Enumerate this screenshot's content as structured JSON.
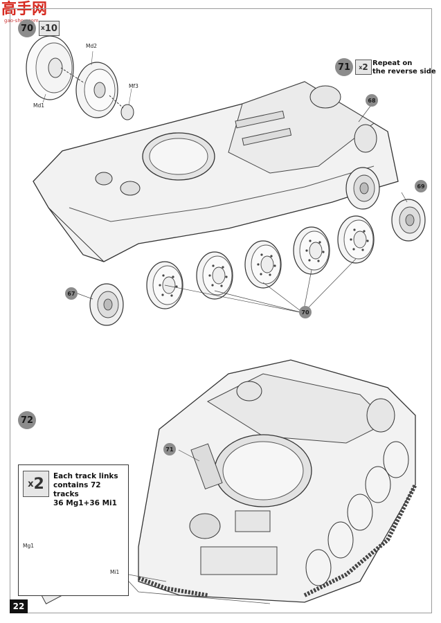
{
  "watermark": {
    "logo_text": "高手网",
    "url": "gao-shou.com"
  },
  "step70": {
    "number": "70",
    "multiplier_prefix": "x",
    "multiplier": "10"
  },
  "step71": {
    "number": "71",
    "multiplier_prefix": "x",
    "multiplier": "2",
    "note_line1": "Repeat on",
    "note_line2": "the reverse side"
  },
  "step72": {
    "number": "72"
  },
  "track_note": {
    "multiplier_prefix": "x",
    "multiplier": "2",
    "line1": "Each track links",
    "line2": "contains 72 tracks",
    "line3": "36 Mg1+36 Mi1"
  },
  "part_labels": {
    "md2": "Md2",
    "md1": "Md1",
    "mf3": "Mf3",
    "mg1": "Mg1",
    "mi1": "Mi1"
  },
  "callouts": {
    "c68": "68",
    "c69": "69",
    "c67": "67",
    "c70": "70",
    "c71": "71"
  },
  "page_number": "22",
  "colors": {
    "step_circle": "#8c8c8c",
    "line_art": "#333333",
    "hull_fill": "#f2f2f2",
    "watermark": "#d62a20"
  }
}
